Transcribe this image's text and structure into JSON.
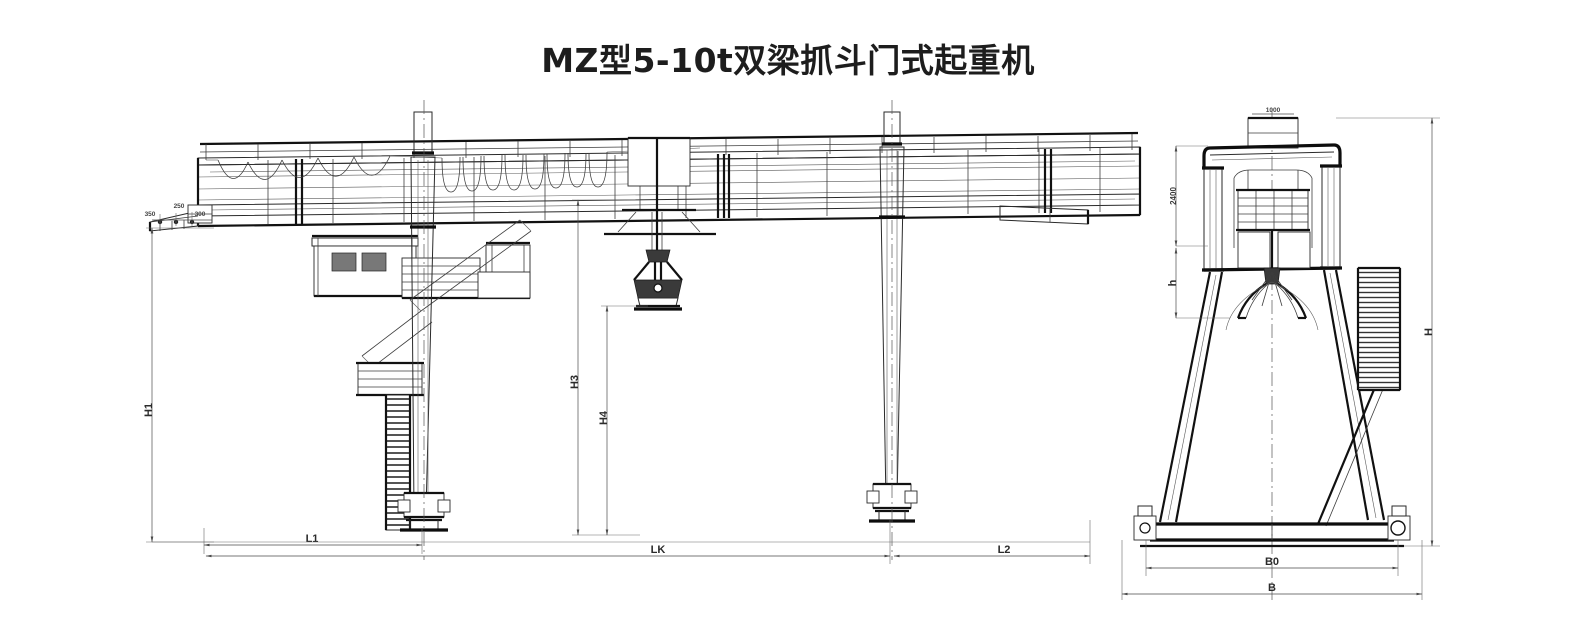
{
  "drawing": {
    "title": "MZ型5-10t双梁抓斗门式起重机",
    "type": "engineering-elevation-drawing",
    "background_color": "#ffffff",
    "line_color": "#2a2a2a"
  },
  "views": {
    "front_elevation": {
      "name": "front-elevation-view",
      "components": [
        "main-girder",
        "handrail",
        "festoon-cable",
        "operator-cabin",
        "trolley",
        "grab-bucket",
        "left-leg",
        "right-leg",
        "ladder",
        "platform",
        "end-carriage-left",
        "end-carriage-right",
        "left-cantilever",
        "right-cantilever"
      ]
    },
    "end_elevation": {
      "name": "end-elevation-view",
      "components": [
        "bridge-end-frame",
        "trolley-end",
        "grab-bucket-end",
        "splayed-legs",
        "cross-brace",
        "access-ladder",
        "end-carriage-beam",
        "travel-wheels"
      ]
    }
  },
  "dimensions": {
    "front": [
      {
        "label": "H1",
        "orientation": "vertical",
        "note": "overall lift height left"
      },
      {
        "label": "H3",
        "orientation": "vertical",
        "note": "girder underside height"
      },
      {
        "label": "H4",
        "orientation": "vertical",
        "note": "grab bucket height"
      },
      {
        "label": "L1",
        "orientation": "horizontal",
        "note": "left cantilever span"
      },
      {
        "label": "LK",
        "orientation": "horizontal",
        "note": "wheel base / main span"
      },
      {
        "label": "L2",
        "orientation": "horizontal",
        "note": "right cantilever span"
      },
      {
        "label": "350",
        "orientation": "horizontal",
        "note": "left end detail"
      },
      {
        "label": "250",
        "orientation": "horizontal",
        "note": "left end detail"
      },
      {
        "label": "300",
        "orientation": "horizontal",
        "note": "left end detail"
      }
    ],
    "end": [
      {
        "label": "2400",
        "orientation": "vertical",
        "note": "girder frame height"
      },
      {
        "label": "h",
        "orientation": "vertical",
        "note": "clear height under frame"
      },
      {
        "label": "H",
        "orientation": "vertical",
        "note": "overall crane height"
      },
      {
        "label": "B0",
        "orientation": "horizontal",
        "note": "track gauge"
      },
      {
        "label": "B",
        "orientation": "horizontal",
        "note": "overall width"
      },
      {
        "label": "1000",
        "orientation": "horizontal",
        "note": "trolley top detail"
      }
    ]
  }
}
